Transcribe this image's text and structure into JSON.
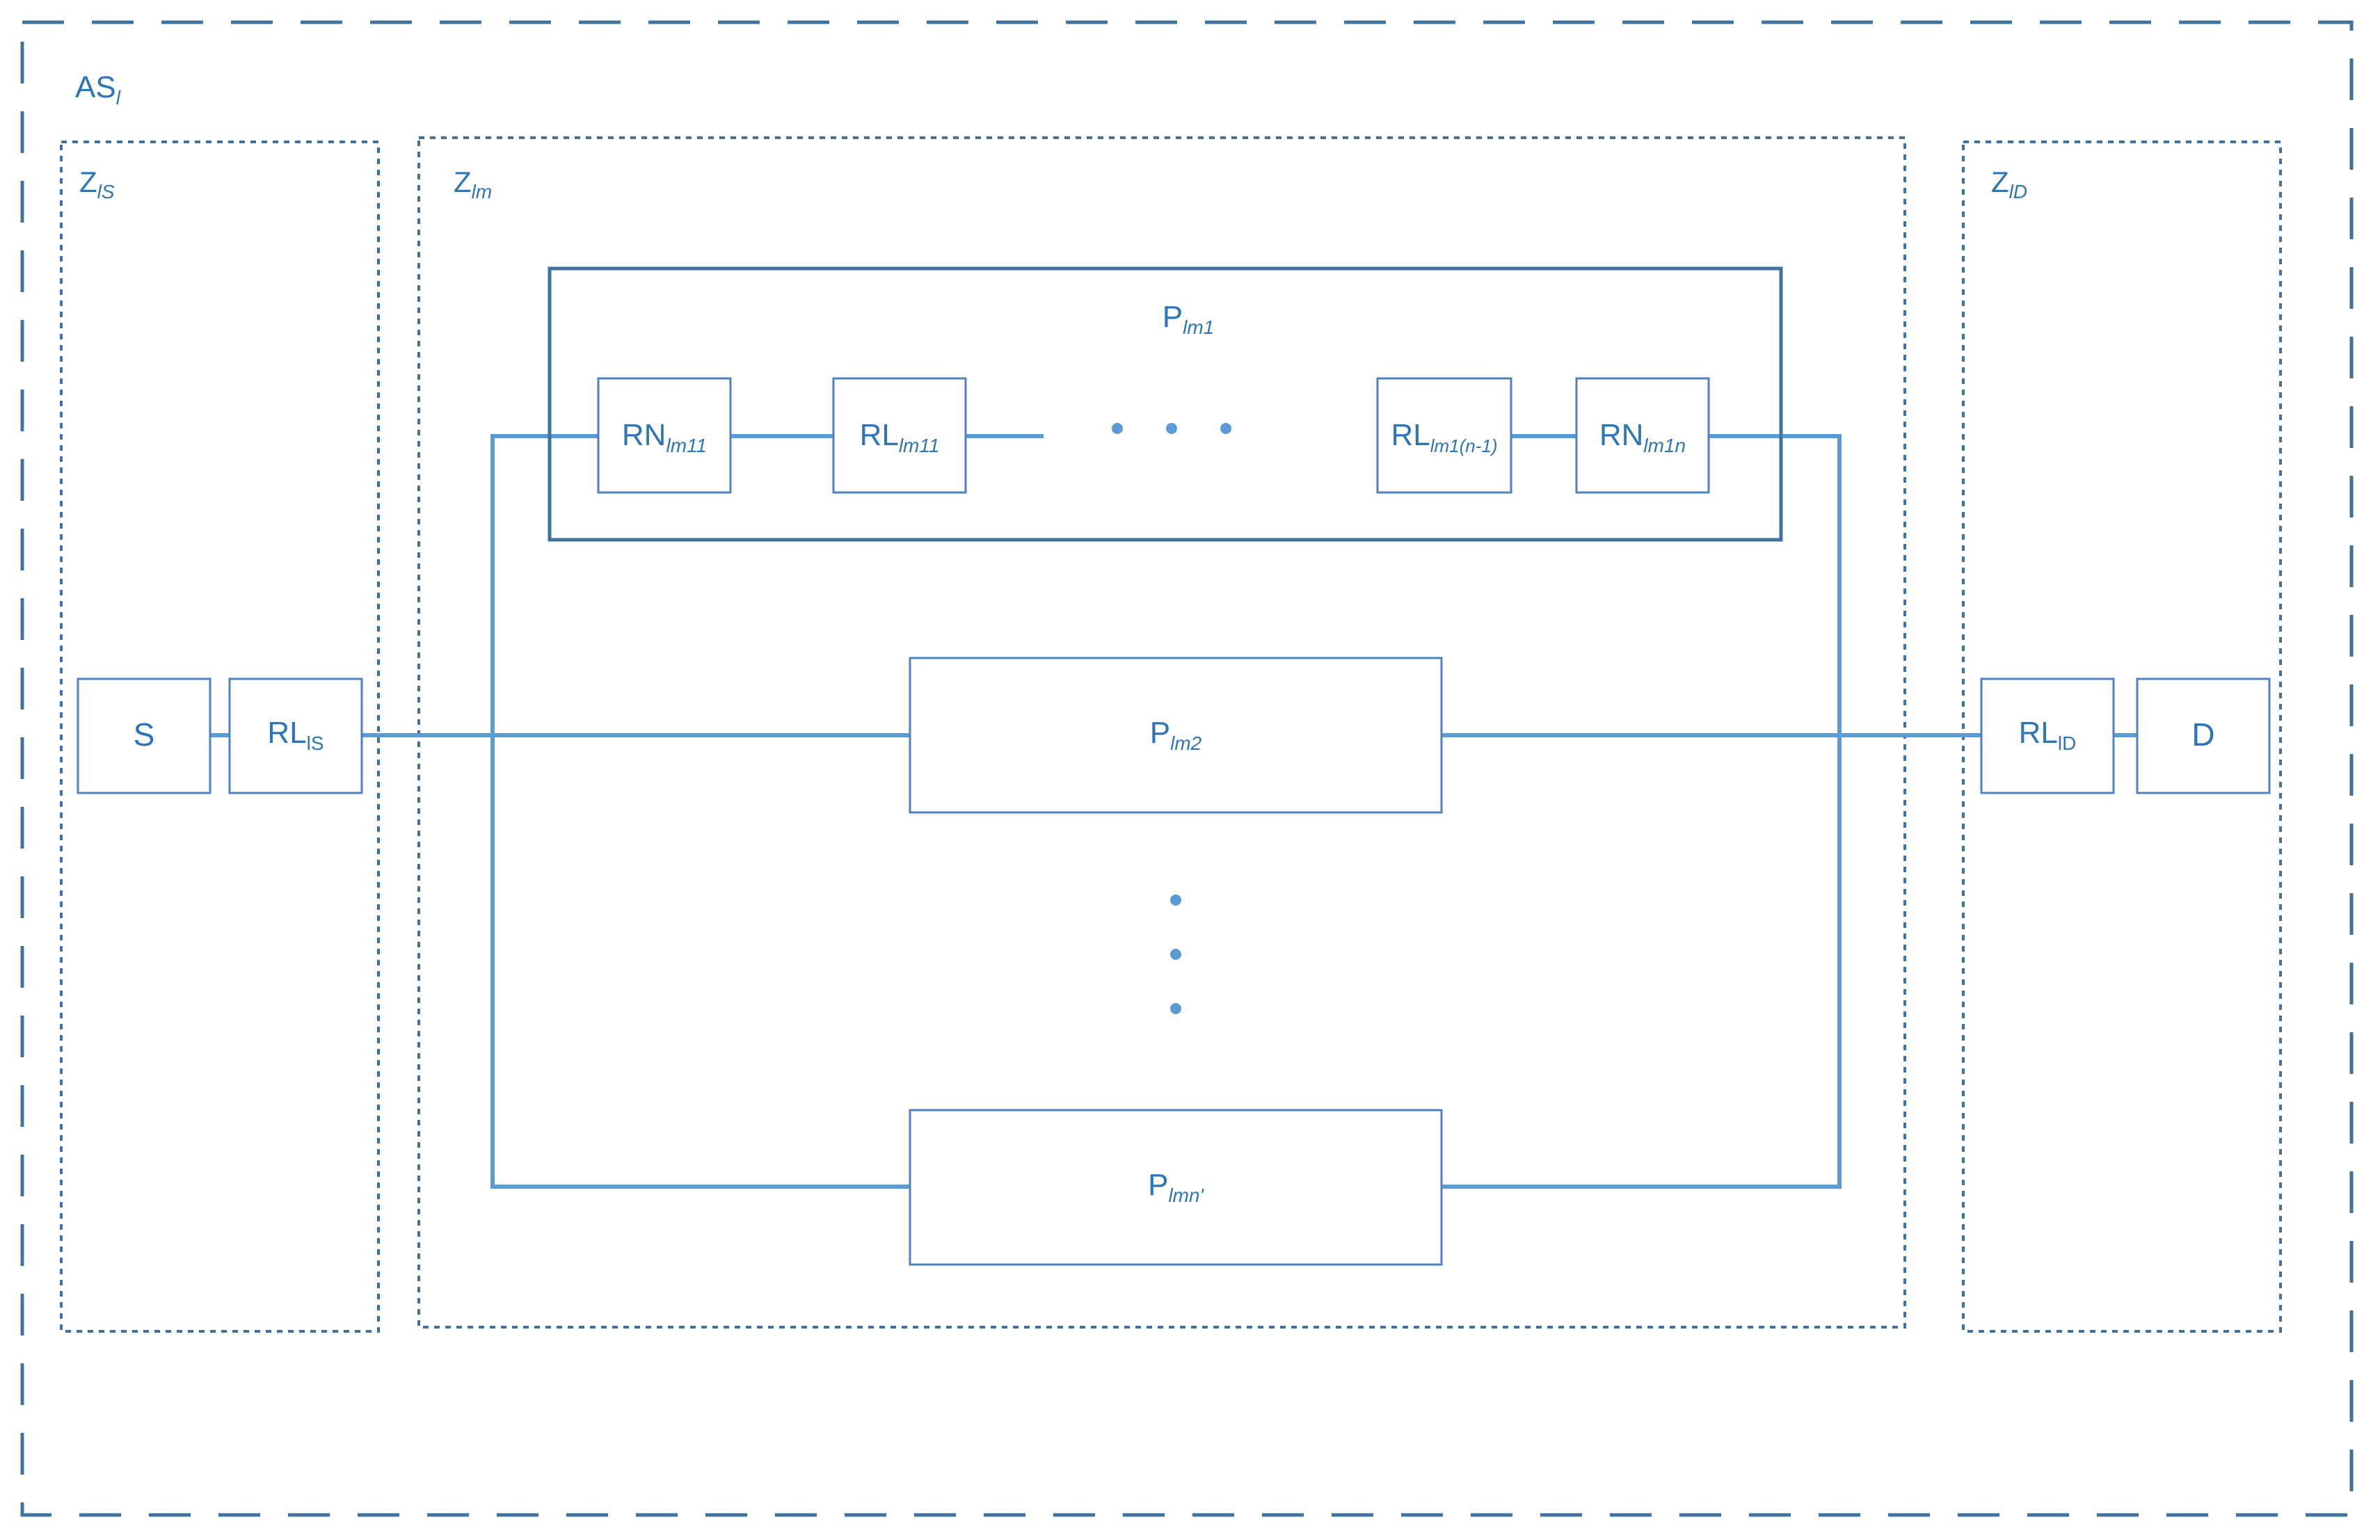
{
  "colors": {
    "line": "#5b9bd5",
    "text": "#2e75b6",
    "box_border_dark": "#41719c",
    "box_border": "#4f81bd",
    "background": "#ffffff"
  },
  "outer": {
    "label_main": "AS",
    "label_sub": "l"
  },
  "zones": {
    "source": {
      "label_main": "Z",
      "label_sub": "lS"
    },
    "middle": {
      "label_main": "Z",
      "label_sub": "lm"
    },
    "destination": {
      "label_main": "Z",
      "label_sub": "lD"
    }
  },
  "nodes": {
    "s": "S",
    "rl_s": {
      "main": "RL",
      "sub": "lS"
    },
    "rl_d": {
      "main": "RL",
      "sub": "lD"
    },
    "d": "D"
  },
  "paths": {
    "p1": {
      "label_main": "P",
      "label_sub": "lm1",
      "items": {
        "rn_first": {
          "main": "RN",
          "sub": "lm11"
        },
        "rl_first": {
          "main": "RL",
          "sub": "lm11"
        },
        "rl_last": {
          "main": "RL",
          "sub": "lm1(n-1)"
        },
        "rn_last": {
          "main": "RN",
          "sub": "lm1n"
        }
      }
    },
    "p2": {
      "label_main": "P",
      "label_sub": "lm2"
    },
    "pn": {
      "label_main": "P",
      "label_sub": "lmn'"
    }
  }
}
